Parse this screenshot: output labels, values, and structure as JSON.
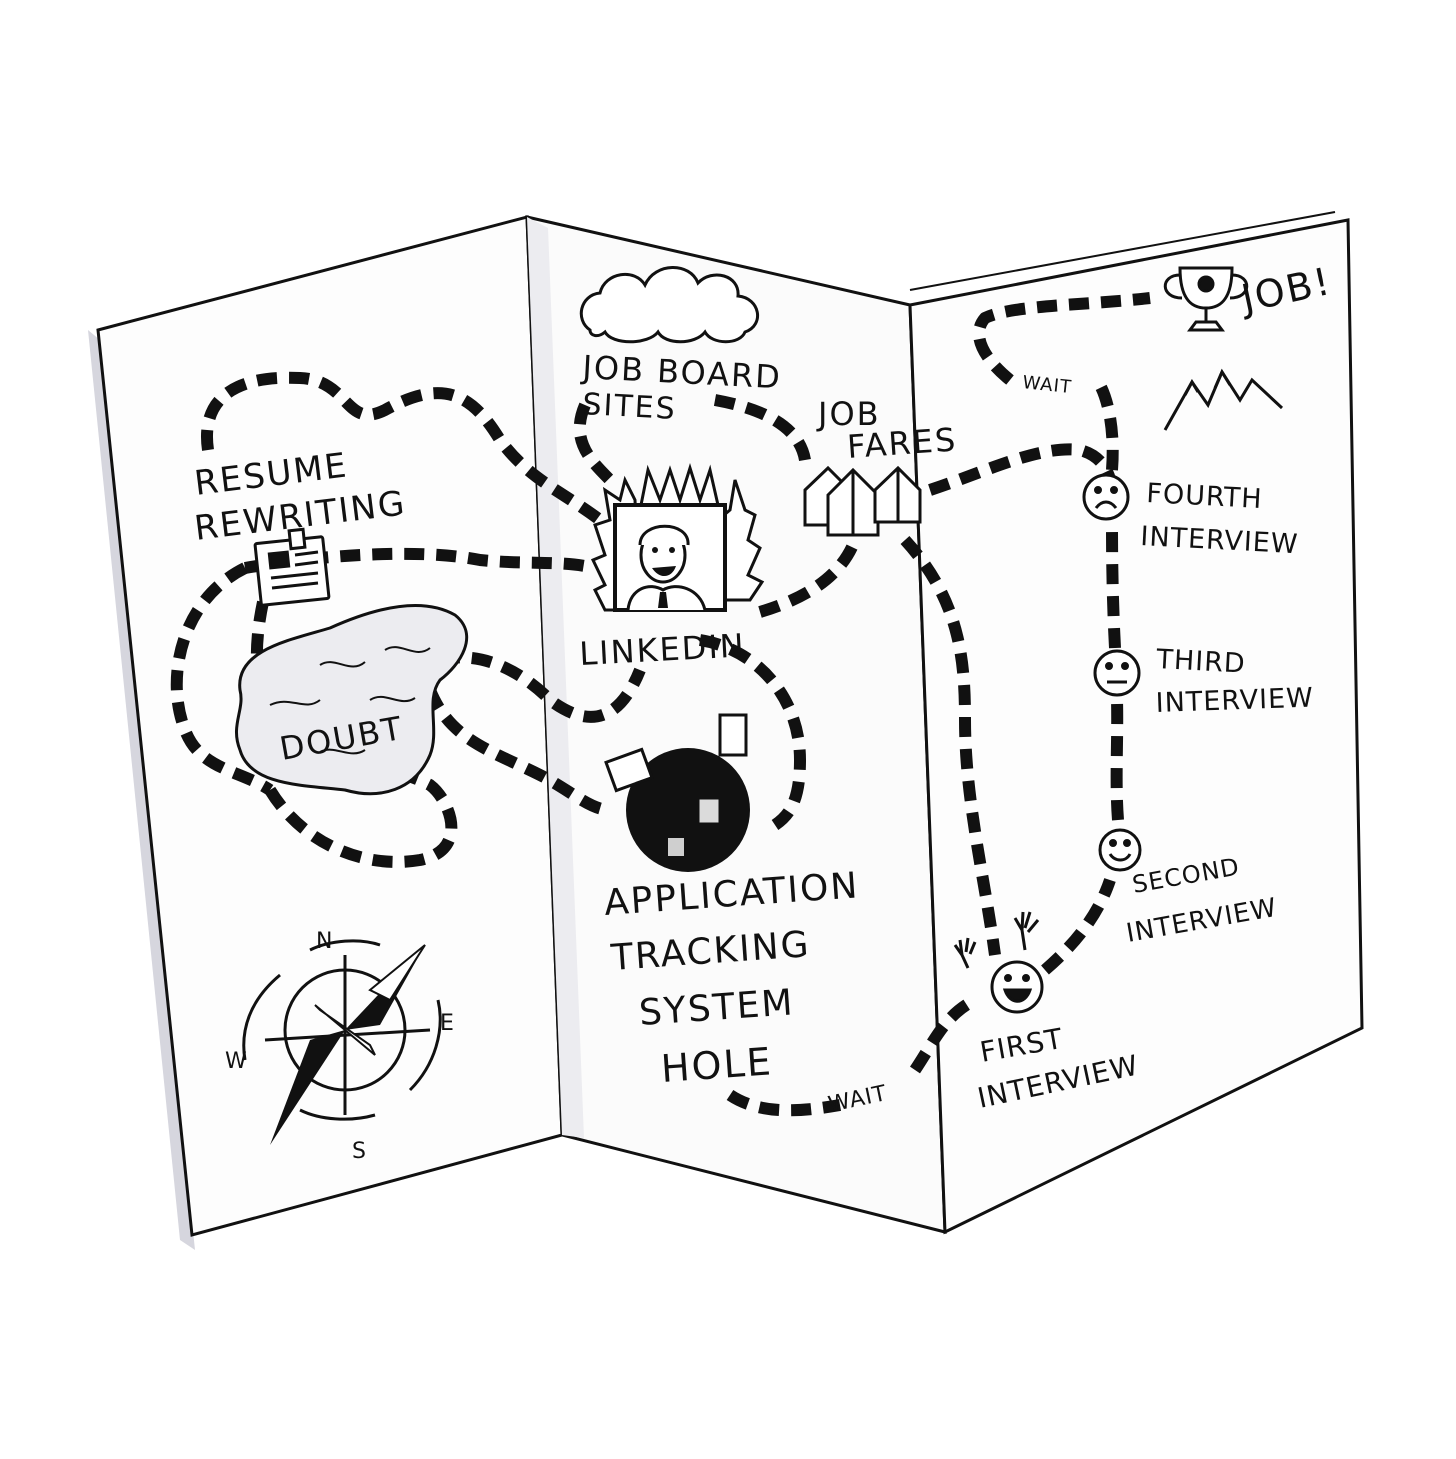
{
  "colors": {
    "ink": "#111111",
    "paper": "#fdfdfd",
    "shade": "#d9d9df",
    "bg": "#ffffff"
  },
  "labels": {
    "resume": [
      "RESUME",
      "REWRITING"
    ],
    "doubt": "DOUBT",
    "job_board": [
      "JOB BOARD",
      "SITES"
    ],
    "linkedin": "LINKEDIN",
    "job_fares": [
      "JOB",
      "FARES"
    ],
    "ats": [
      "APPLICATION",
      "TRACKING",
      "SYSTEM",
      "HOLE"
    ],
    "wait_bottom": "WAIT",
    "wait_top": "WAIT",
    "job_goal": "JOB!",
    "first": [
      "FIRST",
      "INTERVIEW"
    ],
    "second": [
      "SECOND",
      "INTERVIEW"
    ],
    "third": [
      "THIRD",
      "INTERVIEW"
    ],
    "fourth": [
      "FOURTH",
      "INTERVIEW"
    ],
    "compass": {
      "n": "N",
      "e": "E",
      "s": "S",
      "w": "W"
    }
  },
  "icons": [
    "cloud-icon",
    "forest-icon",
    "person-portrait-icon",
    "houses-icon",
    "resume-document-icon",
    "doubt-lake-icon",
    "black-hole-icon",
    "trophy-icon",
    "mountains-icon",
    "compass-icon",
    "hands-up-icon",
    "sad-face-icon",
    "neutral-face-icon",
    "smile-face-icon",
    "happy-face-icon"
  ]
}
